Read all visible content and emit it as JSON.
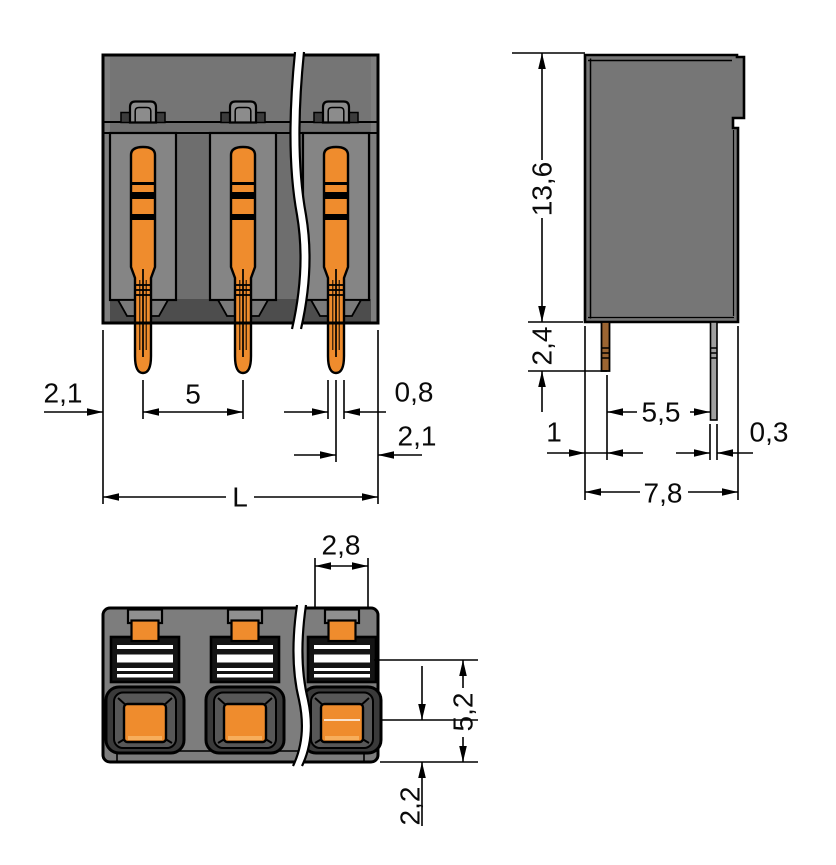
{
  "colors": {
    "housing_gray": "#7d7d7d",
    "housing_dark": "#4d4d4d",
    "contact_orange": "#ef8c2d",
    "outline_black": "#000000",
    "background": "#ffffff"
  },
  "front_view": {
    "left_offset": "2,1",
    "pin_pitch": "5",
    "pin_width": "0,8",
    "right_offset": "2,1",
    "overall_length": "L"
  },
  "side_view": {
    "height": "13,6",
    "pin_protrusion": "2,4",
    "edge_to_pin": "1",
    "pin_row_spacing": "5,5",
    "pin_thickness": "0,3",
    "depth": "7,8"
  },
  "top_view": {
    "slot_width": "2,8",
    "slot_center_to_edge": "5,2",
    "button_center_to_edge": "2,2"
  }
}
